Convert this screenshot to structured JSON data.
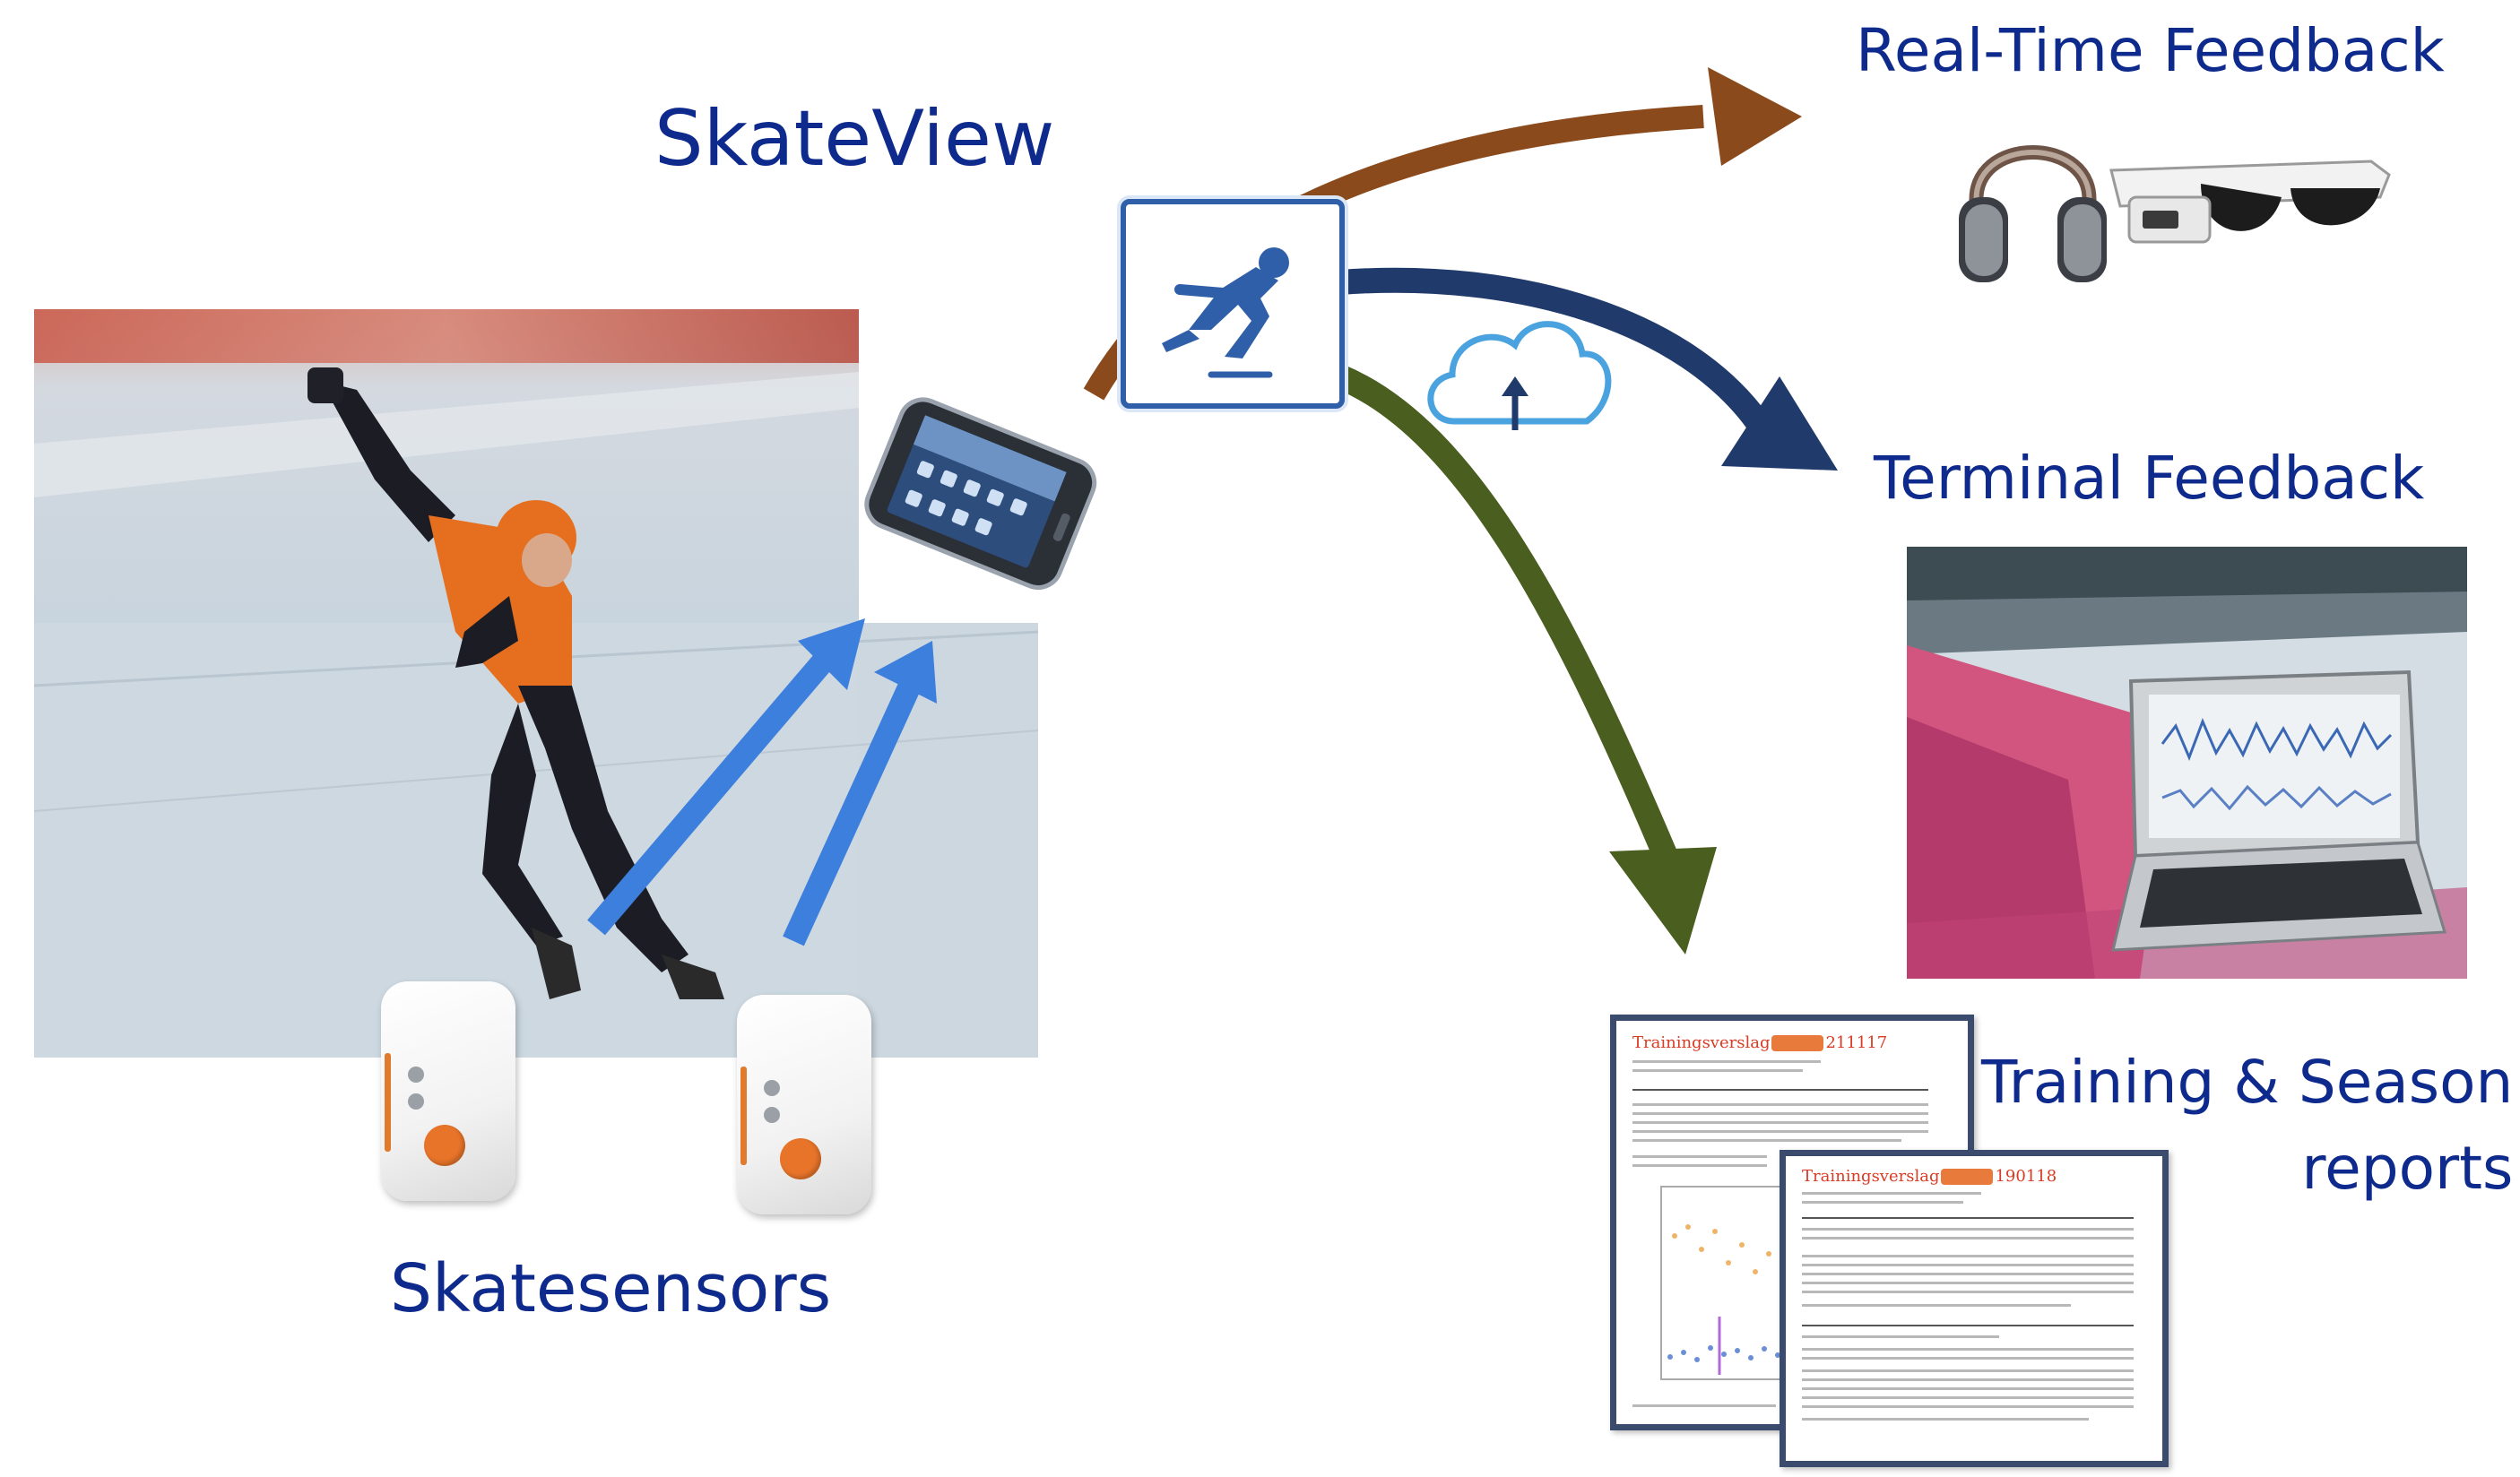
{
  "labels": {
    "skateview": "SkateView",
    "realtime_feedback": "Real-Time Feedback",
    "terminal_feedback": "Terminal Feedback",
    "training_reports_line1": "Training & Season",
    "training_reports_line2": "reports",
    "skatesensors": "Skatesensors"
  },
  "reports": {
    "back_title": "Trainingsverslag",
    "back_id": "211117",
    "front_title": "Trainingsverslag",
    "front_id": "190118"
  },
  "colors": {
    "title_text": "#0d2a8c",
    "arrow_realtime": "#8b4a1c",
    "arrow_terminal": "#1f3a6b",
    "arrow_reports": "#4a5e1f",
    "arrow_sensor": "#3d7fdc",
    "cloud": "#4aa3df",
    "tile_border": "#2f5fa8"
  },
  "icons": [
    "skater-icon",
    "cloud-upload-icon",
    "smartphone-icon",
    "headphones-icon",
    "smart-glasses-icon",
    "laptop-icon",
    "sensor-icon"
  ]
}
